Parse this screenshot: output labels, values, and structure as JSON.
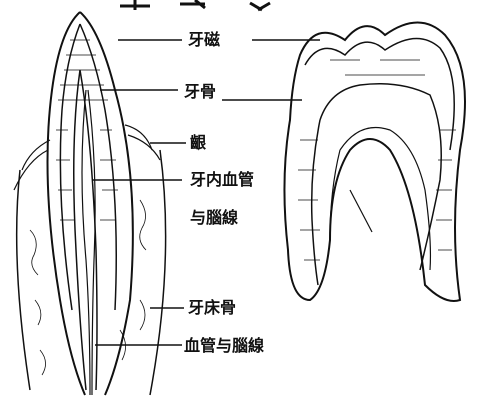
{
  "labels": {
    "enamel": "牙磁",
    "dentin": "牙骨",
    "gum": "齦",
    "pulp_line1": "牙内血管",
    "pulp_line2": "与腦線",
    "bone": "牙床骨",
    "vessels_nerves": "血管与腦線"
  },
  "colors": {
    "ink": "#111111",
    "paper": "#ffffff"
  }
}
